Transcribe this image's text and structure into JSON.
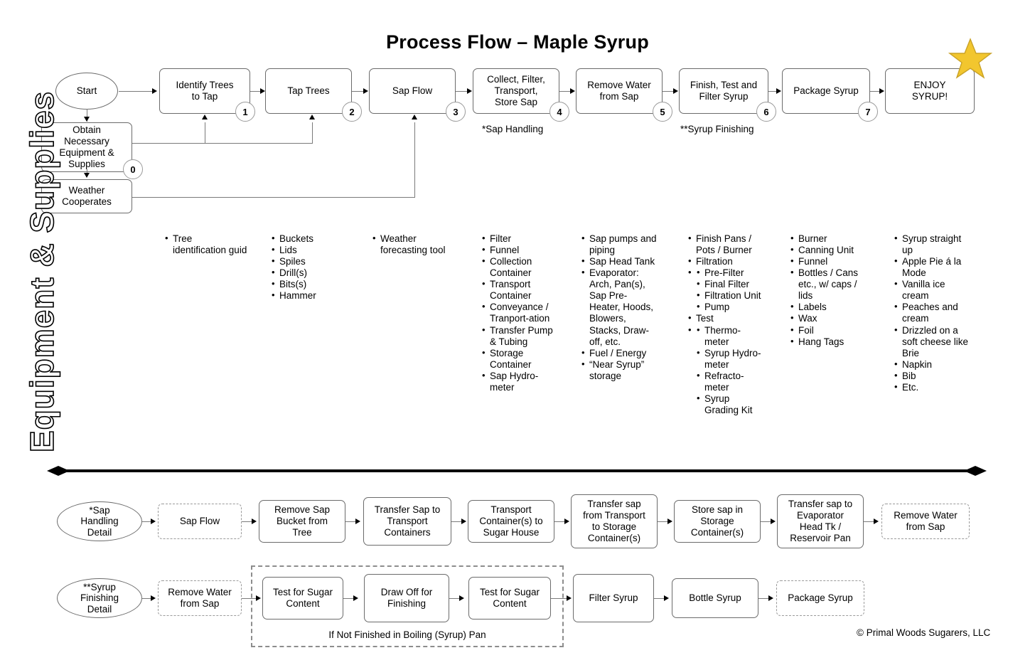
{
  "title": "Process Flow – Maple Syrup",
  "copyright": "© Primal Woods Sugarers, LLC",
  "star": {
    "fill": "#f2c62e",
    "stroke": "#c9a227"
  },
  "main_flow": {
    "start_label": "Start",
    "steps": [
      {
        "num": "1",
        "label": "Identify Trees\nto Tap"
      },
      {
        "num": "2",
        "label": "Tap Trees"
      },
      {
        "num": "3",
        "label": "Sap Flow"
      },
      {
        "num": "4",
        "label": "Collect, Filter,\nTransport,\nStore Sap"
      },
      {
        "num": "5",
        "label": "Remove Water\nfrom Sap"
      },
      {
        "num": "6",
        "label": "Finish, Test and\nFilter Syrup"
      },
      {
        "num": "7",
        "label": "Package Syrup"
      },
      {
        "num": "",
        "label": "ENJOY\nSYRUP!"
      }
    ],
    "prereq": {
      "num": "0",
      "equipment_label": "Obtain\nNecessary\nEquipment &\nSupplies",
      "weather_label": "Weather\nCooperates"
    },
    "notes": [
      {
        "text": "*Sap Handling"
      },
      {
        "text": "**Syrup Finishing"
      }
    ]
  },
  "equipment": {
    "heading": "Equipment & Supplies",
    "columns": [
      {
        "items": [
          {
            "text": "Tree identification guid"
          }
        ]
      },
      {
        "items": [
          {
            "text": "Buckets"
          },
          {
            "text": "Lids"
          },
          {
            "text": "Spiles"
          },
          {
            "text": "Drill(s)"
          },
          {
            "text": "Bits(s)"
          },
          {
            "text": "Hammer"
          }
        ]
      },
      {
        "items": [
          {
            "text": "Weather forecasting tool"
          }
        ]
      },
      {
        "items": [
          {
            "text": "Filter"
          },
          {
            "text": "Funnel"
          },
          {
            "text": "Collection Container"
          },
          {
            "text": "Transport Container"
          },
          {
            "text": "Conveyance / Tranport-ation"
          },
          {
            "text": "Transfer Pump & Tubing"
          },
          {
            "text": "Storage Container"
          },
          {
            "text": "Sap Hydro-meter"
          }
        ]
      },
      {
        "items": [
          {
            "text": "Sap pumps and piping"
          },
          {
            "text": "Sap Head Tank"
          },
          {
            "text": "Evaporator: Arch, Pan(s), Sap Pre-Heater, Hoods, Blowers, Stacks, Draw-off, etc."
          },
          {
            "text": "Fuel / Energy"
          },
          {
            "text": "“Near Syrup” storage"
          }
        ]
      },
      {
        "items": [
          {
            "text": "Finish Pans / Pots / Burner"
          },
          {
            "text": "Filtration",
            "sub": [
              {
                "text": "Pre-Filter"
              },
              {
                "text": "Final Filter"
              },
              {
                "text": "Filtration Unit"
              },
              {
                "text": "Pump"
              }
            ]
          },
          {
            "text": "Test",
            "sub": [
              {
                "text": "Thermo-meter"
              },
              {
                "text": "Syrup Hydro-meter"
              },
              {
                "text": "Refracto-meter"
              },
              {
                "text": "Syrup Grading Kit"
              }
            ]
          }
        ]
      },
      {
        "items": [
          {
            "text": "Burner"
          },
          {
            "text": "Canning Unit"
          },
          {
            "text": "Funnel"
          },
          {
            "text": "Bottles / Cans etc., w/ caps / lids"
          },
          {
            "text": "Labels"
          },
          {
            "text": "Wax"
          },
          {
            "text": "Foil"
          },
          {
            "text": "Hang Tags"
          }
        ]
      },
      {
        "items": [
          {
            "text": "Syrup straight up"
          },
          {
            "text": "Apple Pie á la Mode"
          },
          {
            "text": "Vanilla ice cream"
          },
          {
            "text": "Peaches and cream"
          },
          {
            "text": "Drizzled on a soft cheese like Brie"
          },
          {
            "text": "Napkin"
          },
          {
            "text": "Bib"
          },
          {
            "text": "Etc."
          }
        ]
      }
    ]
  },
  "sap_handling": {
    "start_label": "*Sap\nHandling\nDetail",
    "steps": [
      {
        "label": "Sap Flow",
        "dashed": true
      },
      {
        "label": "Remove Sap\nBucket from\nTree",
        "dashed": false
      },
      {
        "label": "Transfer Sap to\nTransport\nContainers",
        "dashed": false
      },
      {
        "label": "Transport\nContainer(s) to\nSugar House",
        "dashed": false
      },
      {
        "label": "Transfer sap\nfrom Transport\nto Storage\nContainer(s)",
        "dashed": false
      },
      {
        "label": "Store sap in\nStorage\nContainer(s)",
        "dashed": false
      },
      {
        "label": "Transfer sap to\nEvaporator\nHead Tk /\nReservoir Pan",
        "dashed": false
      },
      {
        "label": "Remove Water\nfrom Sap",
        "dashed": true
      }
    ]
  },
  "syrup_finishing": {
    "start_label": "**Syrup\nFinishing\nDetail",
    "enclosure_label": "If Not Finished in Boiling (Syrup) Pan",
    "steps": [
      {
        "label": "Remove Water\nfrom Sap",
        "dashed": true
      },
      {
        "label": "Test for Sugar\nContent",
        "dashed": false
      },
      {
        "label": "Draw Off for\nFinishing",
        "dashed": false
      },
      {
        "label": "Test for Sugar\nContent",
        "dashed": false
      },
      {
        "label": "Filter Syrup",
        "dashed": false
      },
      {
        "label": "Bottle Syrup",
        "dashed": false
      },
      {
        "label": "Package Syrup",
        "dashed": true
      }
    ]
  }
}
